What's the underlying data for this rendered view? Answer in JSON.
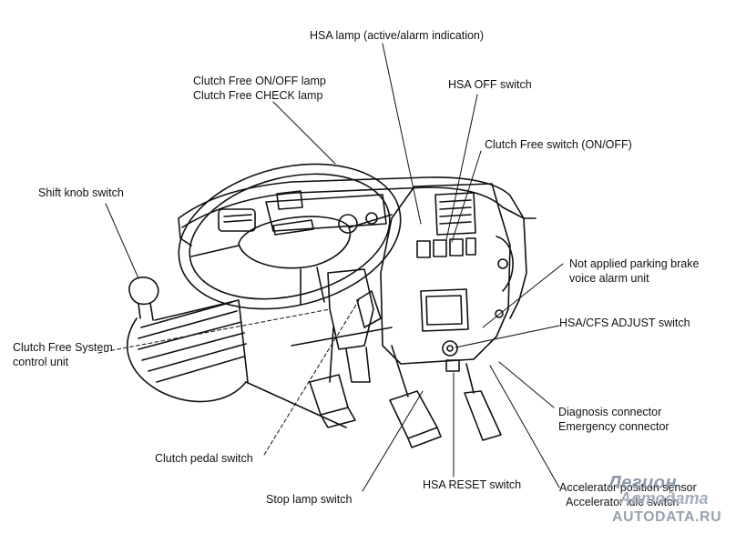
{
  "labels": {
    "hsa_lamp": "HSA lamp (active/alarm indication)",
    "clutch_free_lamp_1": "Clutch Free ON/OFF lamp",
    "clutch_free_lamp_2": "Clutch Free CHECK lamp",
    "hsa_off_switch": "HSA OFF switch",
    "clutch_free_switch": "Clutch Free switch (ON/OFF)",
    "shift_knob_switch": "Shift knob switch",
    "parking_brake_1": "Not applied parking brake",
    "parking_brake_2": "voice alarm unit",
    "hsa_cfs_adjust": "HSA/CFS ADJUST switch",
    "cfs_control_unit_1": "Clutch Free System",
    "cfs_control_unit_2": "control unit",
    "diagnosis_connector": "Diagnosis connector",
    "emergency_connector": "Emergency connector",
    "clutch_pedal_switch": "Clutch pedal switch",
    "hsa_reset_switch": "HSA RESET switch",
    "stop_lamp_switch": "Stop lamp switch",
    "accelerator_position_sensor": "Accelerator position sensor",
    "accelerator_idle_switch": "Accelerator idle switch"
  },
  "watermark": {
    "line1": "Легион",
    "line2": "Автодата",
    "line3": "AUTODATA.RU"
  },
  "colors": {
    "ink": "#111111",
    "watermark": "#9aa5b1"
  }
}
